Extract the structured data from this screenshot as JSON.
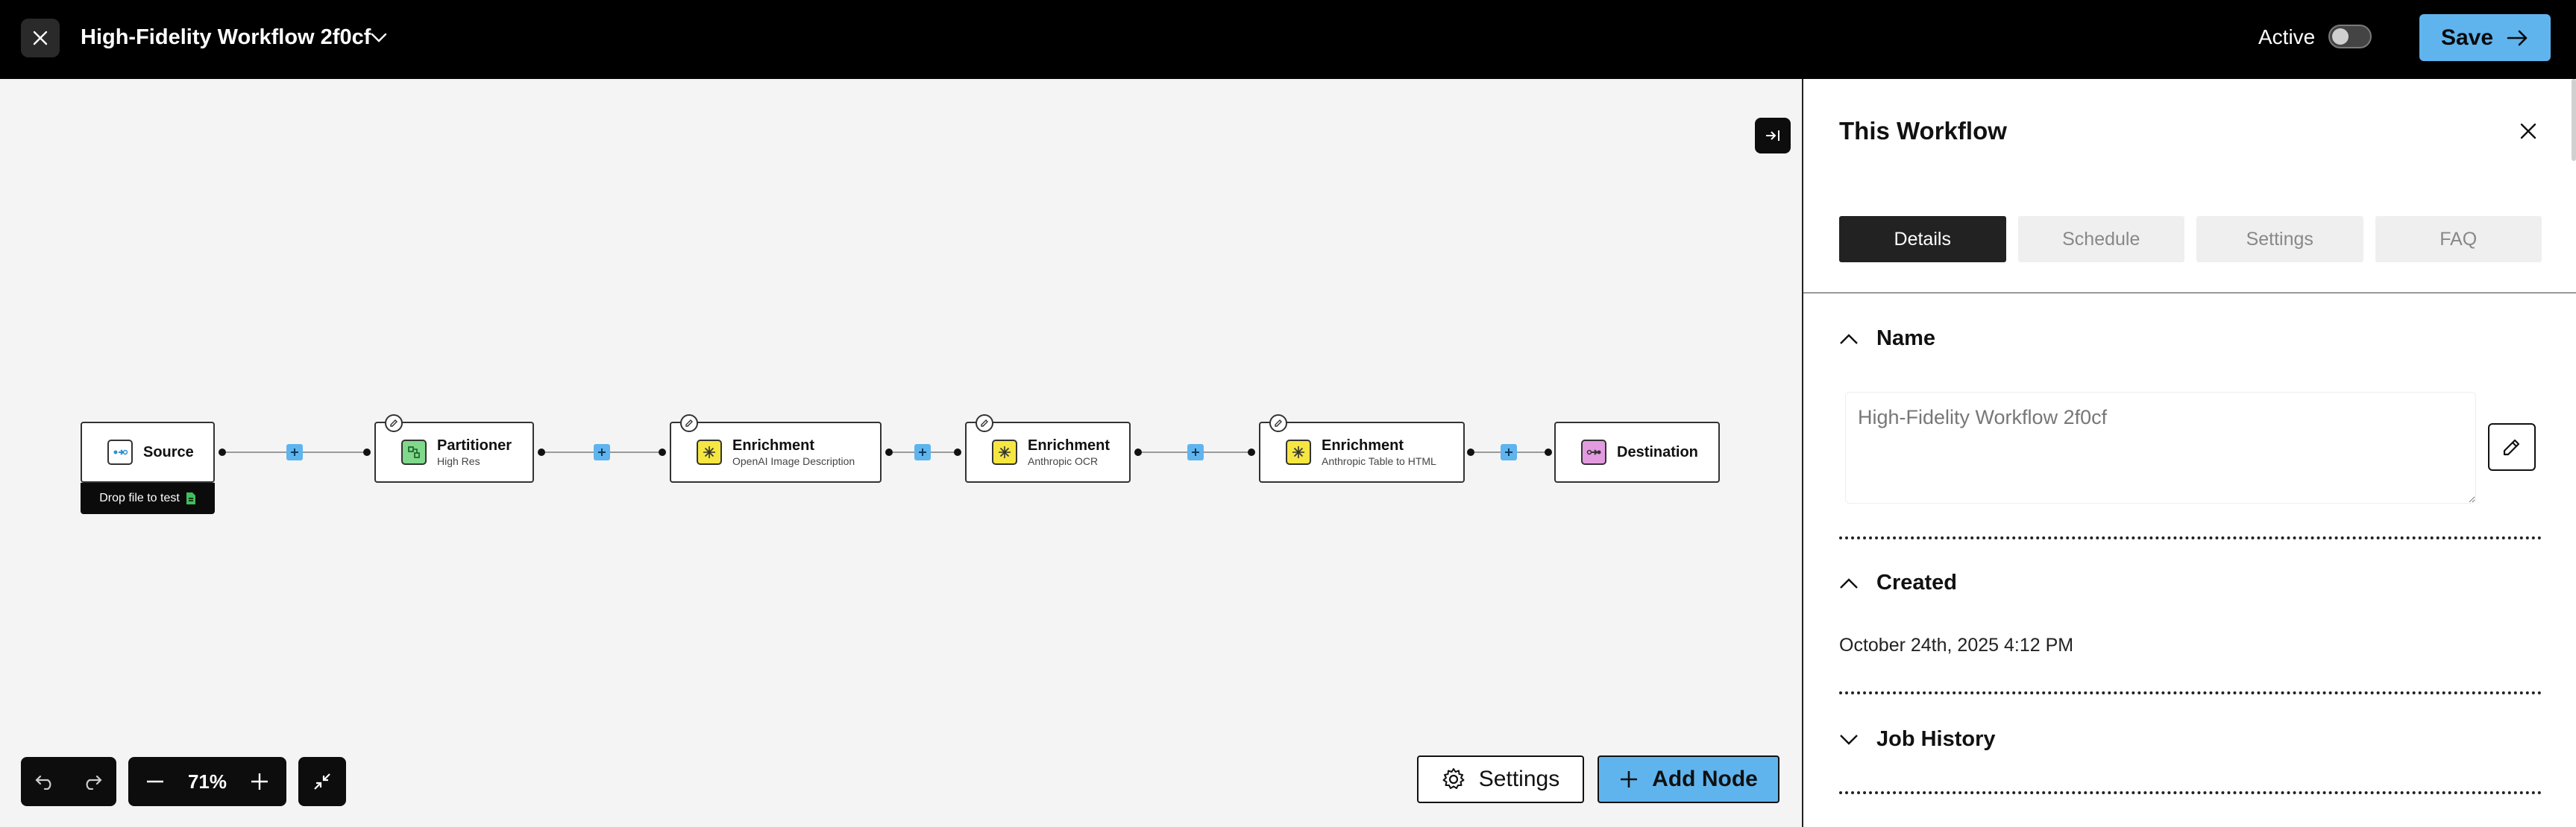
{
  "header": {
    "title": "High-Fidelity Workflow 2f0cf",
    "active_label": "Active",
    "save_label": "Save"
  },
  "canvas": {
    "nodes": [
      {
        "title": "Source",
        "subtitle": ""
      },
      {
        "title": "Partitioner",
        "subtitle": "High Res"
      },
      {
        "title": "Enrichment",
        "subtitle": "OpenAI Image Description"
      },
      {
        "title": "Enrichment",
        "subtitle": "Anthropic OCR"
      },
      {
        "title": "Enrichment",
        "subtitle": "Anthropic Table to HTML"
      },
      {
        "title": "Destination",
        "subtitle": ""
      }
    ],
    "drop_label": "Drop file to test",
    "zoom": "71%",
    "settings_label": "Settings",
    "add_node_label": "Add Node"
  },
  "panel": {
    "title": "This Workflow",
    "tabs": [
      "Details",
      "Schedule",
      "Settings",
      "FAQ"
    ],
    "active_tab": "Details",
    "sections": {
      "name_label": "Name",
      "name_value": "High-Fidelity Workflow 2f0cf",
      "created_label": "Created",
      "created_value": "October 24th, 2025 4:12 PM",
      "history_label": "Job History"
    }
  },
  "colors": {
    "accent": "#5fb4ee",
    "partitioner_icon": "#7fd88c",
    "enrichment_icon": "#f5e642",
    "destination_icon": "#e39be0"
  }
}
